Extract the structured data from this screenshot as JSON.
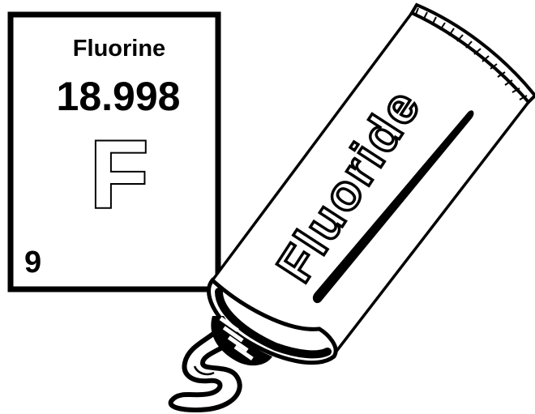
{
  "element_card": {
    "name": "Fluorine",
    "atomic_mass": "18.998",
    "symbol": "F",
    "atomic_number": "9"
  },
  "tube": {
    "label": "Fluoride"
  },
  "colors": {
    "ink": "#000000",
    "paper": "#ffffff"
  }
}
